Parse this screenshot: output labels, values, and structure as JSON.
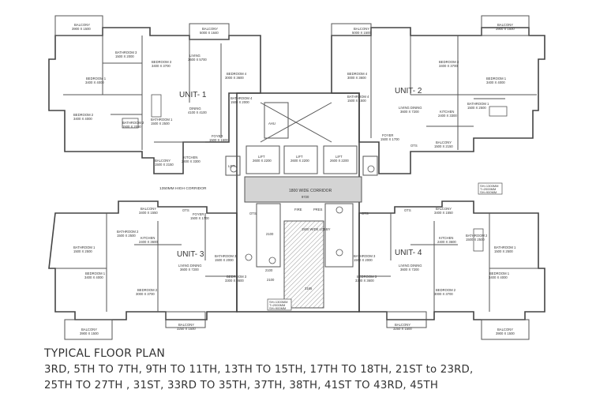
{
  "plan": {
    "units": [
      {
        "id": "u1",
        "name": "UNIT- 1"
      },
      {
        "id": "u2",
        "name": "UNIT- 2"
      },
      {
        "id": "u3",
        "name": "UNIT- 3"
      },
      {
        "id": "u4",
        "name": "UNIT- 4"
      }
    ],
    "rooms": [
      {
        "id": "bal-u1",
        "name": "BALCONY",
        "dims": "3900 X 1500"
      },
      {
        "id": "bal2-u1",
        "name": "BALCONY",
        "dims": "5000 X 1640"
      },
      {
        "id": "bath3-u1",
        "name": "BATHROOM 3",
        "dims": "1500 X 2000"
      },
      {
        "id": "bed3-u1",
        "name": "BEDROOM 3",
        "dims": "3400 X 3700"
      },
      {
        "id": "living-u1",
        "name": "LIVING",
        "dims": "3600 X 5700"
      },
      {
        "id": "bed4-u1",
        "name": "BEDROOM 4",
        "dims": "3000 X 3600"
      },
      {
        "id": "bed1-u1",
        "name": "BEDROOM 1",
        "dims": "3400 X 4000"
      },
      {
        "id": "bath4-u1",
        "name": "BATHROOM 4",
        "dims": "1500 X 2000"
      },
      {
        "id": "bed2-u1",
        "name": "BEDROOM 2",
        "dims": "3400 X 4000"
      },
      {
        "id": "bath2-u1",
        "name": "BATHROOM 2",
        "dims": "1500 X 2050"
      },
      {
        "id": "bath1-u1",
        "name": "BATHROOM 1",
        "dims": "1500 X 2500"
      },
      {
        "id": "dining-u1",
        "name": "DINING",
        "dims": "4100 X 4100"
      },
      {
        "id": "foyer-u1",
        "name": "FOYER",
        "dims": "1500 X 1600"
      },
      {
        "id": "bal3-u1",
        "name": "BALCONY",
        "dims": "1500 X 2150"
      },
      {
        "id": "kitchen-u1",
        "name": "KITCHEN",
        "dims": "2400 X 3300"
      },
      {
        "id": "bal-u2",
        "name": "BALCONY",
        "dims": "5000 X 1500"
      },
      {
        "id": "bal2-u2",
        "name": "BALCONY",
        "dims": "3900 X 1500"
      },
      {
        "id": "bed3-u2",
        "name": "BEDROOM 3",
        "dims": "3400 X 3700"
      },
      {
        "id": "bed4-u2",
        "name": "BEDROOM 4",
        "dims": "3000 X 3600"
      },
      {
        "id": "bath4-u2",
        "name": "BATHROOM 4",
        "dims": "1500 X 1500"
      },
      {
        "id": "bed1-u2",
        "name": "BEDROOM 1",
        "dims": "3400 X 4000"
      },
      {
        "id": "living-u2",
        "name": "LIVING DINING",
        "dims": "3600 X 7200"
      },
      {
        "id": "bath1-u2",
        "name": "BATHROOM 1",
        "dims": "1500 X 2500"
      },
      {
        "id": "kitchen-u2",
        "name": "KITCHEN",
        "dims": "2400 X 3300"
      },
      {
        "id": "foyer-u2",
        "name": "FOYER",
        "dims": "1500 X 1700"
      },
      {
        "id": "balcony3-u2",
        "name": "BALCONY",
        "dims": "1500 X 2150"
      },
      {
        "id": "bal-u3",
        "name": "BALCONY",
        "dims": "3400 X 1550"
      },
      {
        "id": "foyer-u3",
        "name": "FOYER",
        "dims": "1500 X 1700"
      },
      {
        "id": "bath2-u3",
        "name": "BATHROOM 2",
        "dims": "1500 X 2500"
      },
      {
        "id": "kitchen-u3",
        "name": "KITCHEN",
        "dims": "2400 X 3600"
      },
      {
        "id": "bath1-u3",
        "name": "BATHROOM 1",
        "dims": "1500 X 2500"
      },
      {
        "id": "bath3-u3",
        "name": "BATHROOM 3",
        "dims": "1500 X 2000"
      },
      {
        "id": "living-u3",
        "name": "LIVING DINING",
        "dims": "3600 X 7200"
      },
      {
        "id": "bed1-u3",
        "name": "BEDROOM 1",
        "dims": "3400 X 4000"
      },
      {
        "id": "bed3-u3",
        "name": "BEDROOM 3",
        "dims": "3300 X 3600"
      },
      {
        "id": "bed2-u3",
        "name": "BEDROOM 2",
        "dims": "3000 X 3700"
      },
      {
        "id": "balc2-u3",
        "name": "BALCONY",
        "dims": "3250 X 1500"
      },
      {
        "id": "balc3-u3",
        "name": "BALCONY",
        "dims": "3900 X 1500"
      },
      {
        "id": "bal-u4",
        "name": "BALCONY",
        "dims": "3400 X 1550"
      },
      {
        "id": "bath2-u4",
        "name": "BATHROOM 2",
        "dims": "1500 X 2500"
      },
      {
        "id": "kitchen-u4",
        "name": "KITCHEN",
        "dims": "2400 X 3600"
      },
      {
        "id": "bath1-u4",
        "name": "BATHROOM 1",
        "dims": "1500 X 2500"
      },
      {
        "id": "bath3-u4",
        "name": "BATHROOM 3",
        "dims": "1500 X 2000"
      },
      {
        "id": "living-u4",
        "name": "LIVING DINING",
        "dims": "3600 X 7200"
      },
      {
        "id": "bed3-u4",
        "name": "BEDROOM 3",
        "dims": "3300 X 3600"
      },
      {
        "id": "bed1-u4",
        "name": "BEDROOM 1",
        "dims": "3400 X 4000"
      },
      {
        "id": "bed2-u4",
        "name": "BEDROOM 2",
        "dims": "3000 X 3700"
      },
      {
        "id": "balc2-u4",
        "name": "BALCONY",
        "dims": "3250 X 1500"
      },
      {
        "id": "balc3-u4",
        "name": "BALCONY",
        "dims": "3900 X 1500"
      }
    ],
    "core": {
      "lift_labels": [
        "LIFT",
        "LIFT",
        "LIFT"
      ],
      "lift_dims": [
        "2600 X 2200",
        "2600 X 2200",
        "2600 X 2200"
      ],
      "fire_lift": "LIFT",
      "corridor": "1800 WIDE CORRIDOR",
      "corridor_dim": "9720",
      "corridor_note": "1350MM HIGH CORRIDOR",
      "lobby": "1500 WIDE LOBBY",
      "ots": "OTS",
      "dims": [
        "2100",
        "2100",
        "2100",
        "3165"
      ],
      "fire": "FIRE",
      "ahu": "AHU",
      "pres": "PRES"
    },
    "notes": [
      "SH=1300MM",
      "T=2000MM",
      "SH=900MM"
    ]
  },
  "caption": {
    "title": "TYPICAL FLOOR PLAN",
    "line1": "3RD, 5TH TO 7TH, 9TH TO 11TH, 13TH TO 15TH, 17TH TO 18TH, 21ST to 23RD,",
    "line2": "25TH TO 27TH , 31ST, 33RD TO 35TH, 37TH, 38TH, 41ST TO 43RD, 45TH"
  }
}
